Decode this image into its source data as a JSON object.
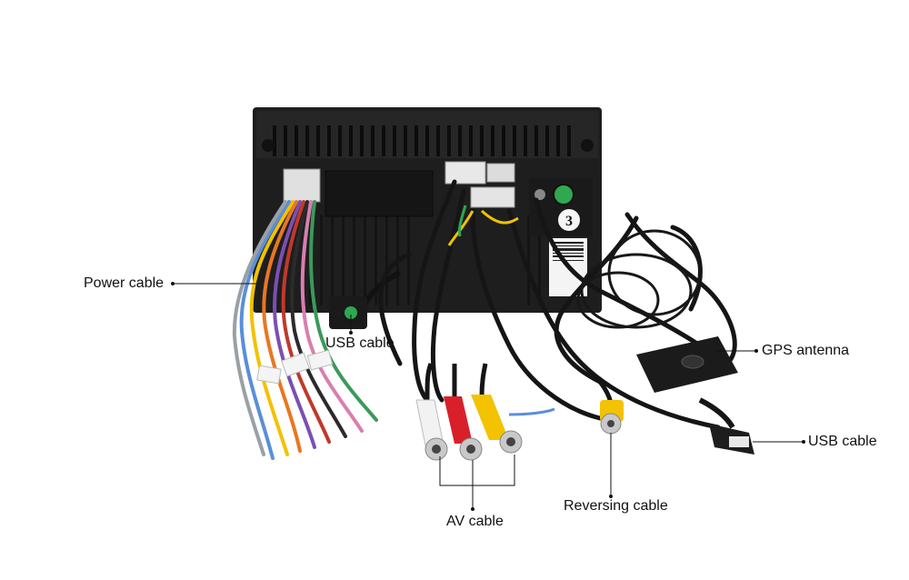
{
  "labels": {
    "power_cable": "Power cable",
    "usb_cable_1": "USB cable",
    "gps_antenna": "GPS antenna",
    "usb_cable_2": "USB cable",
    "av_cable": "AV cable",
    "reversing_cable": "Reversing cable"
  },
  "unit_badge": "3",
  "colors": {
    "body": "#1c1c1c",
    "rca_white": "#f2f2f2",
    "rca_red": "#d8202a",
    "rca_yellow": "#f3c200",
    "usb_green": "#2fa84f"
  }
}
